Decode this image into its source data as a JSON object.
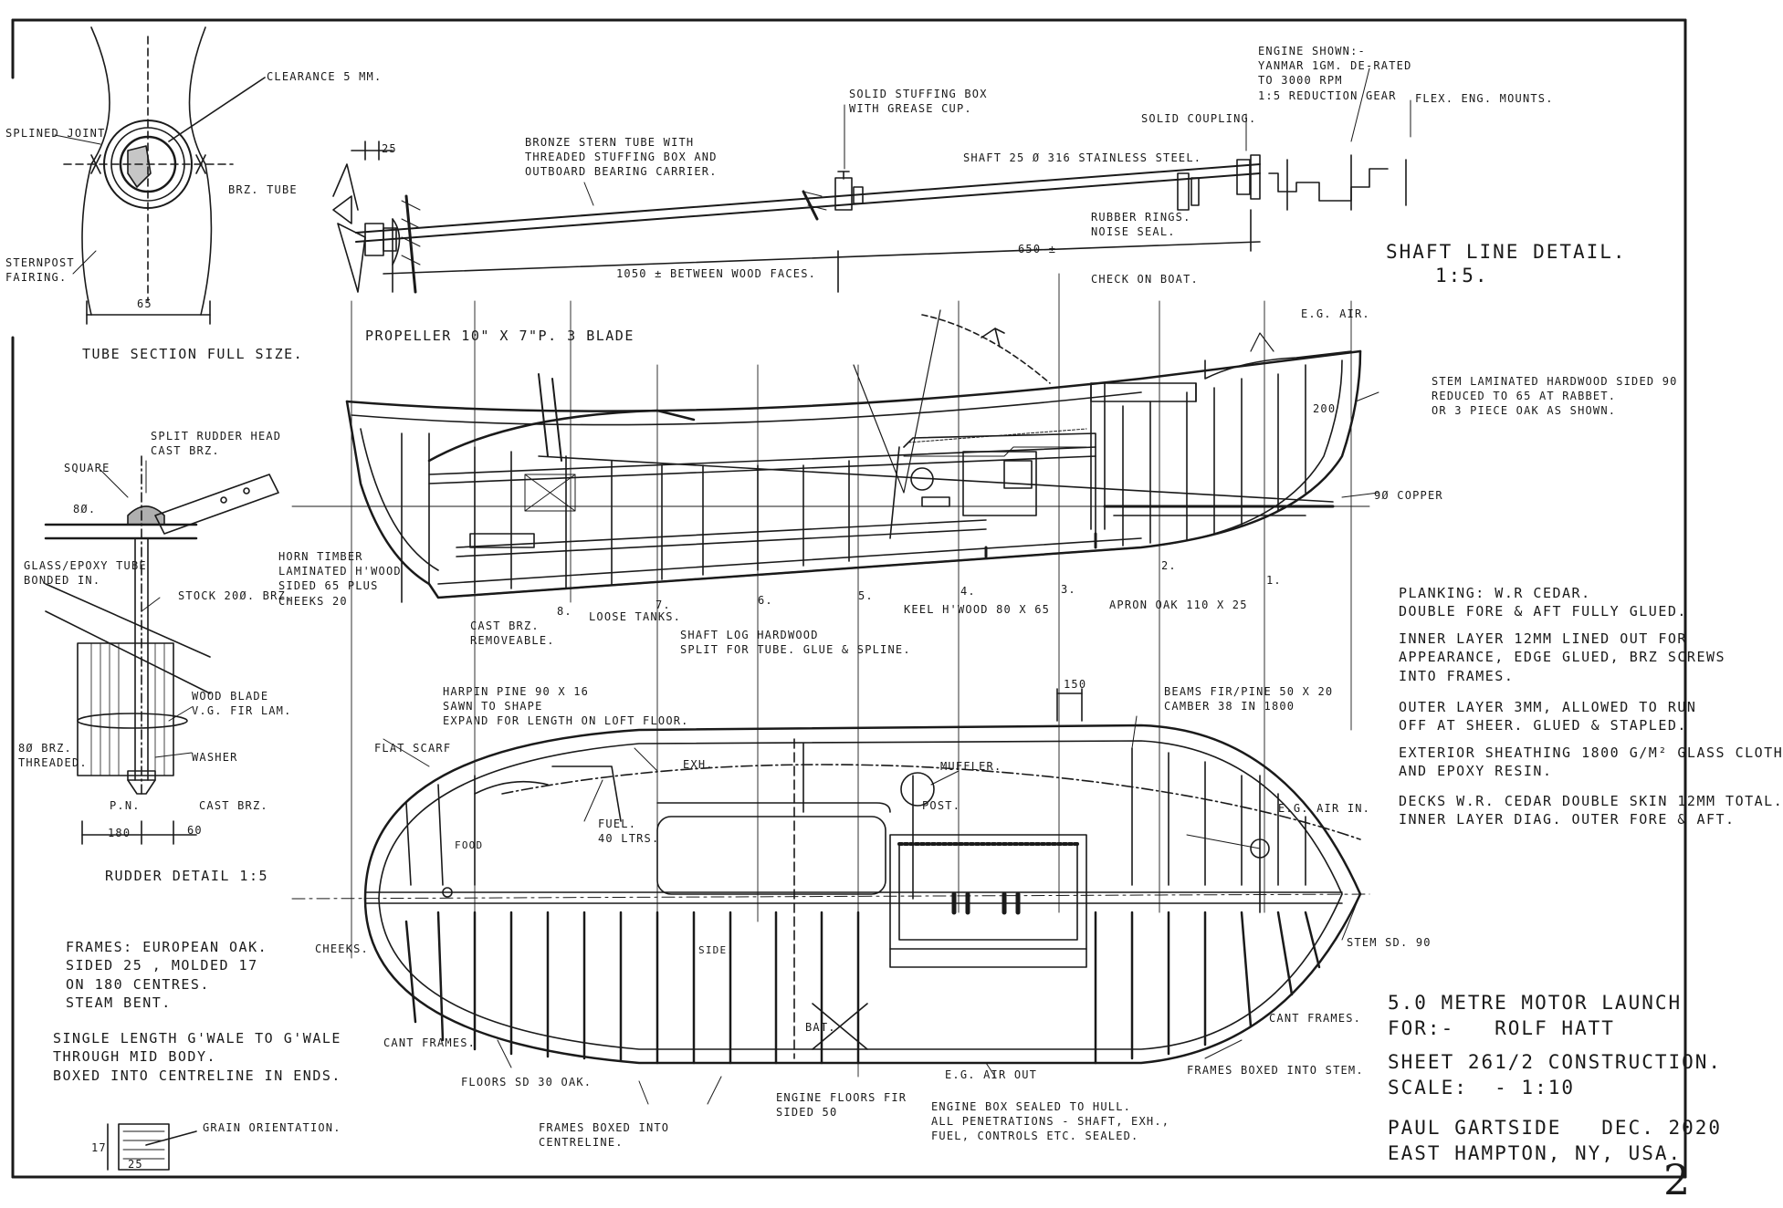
{
  "labels": {
    "shaft_title": "Shaft Line Detail.",
    "shaft_scale": "1:5.",
    "bronze_tube": "Bronze Stern Tube With\nThreaded Stuffing Box And\nOutboard Bearing Carrier.",
    "stuffing_box": "Solid Stuffing Box\nWith Grease Cup.",
    "engine_shown": "Engine Shown:-\nYanmar 1GM. De-Rated\nTo 3000 RPM\n1:5 Reduction Gear",
    "solid_coupling": "Solid Coupling.",
    "flex_mounts": "Flex. Eng. Mounts.",
    "shaft_spec": "Shaft 25 ø 316 Stainless Steel.",
    "rubber_rings": "Rubber Rings.\nNoise Seal.",
    "check_on_boat": "Check On Boat.",
    "dim_1050": "1050 ± Between Wood Faces.",
    "dim_650": "650 ±",
    "dim_25": "25",
    "propeller": "Propeller 10\" x 7\"P. 3 Blade",
    "clearance": "Clearance 5 mm.",
    "splined_joint": "Splined Joint",
    "brz_tube": "Brz. Tube",
    "sternpost_fairing": "Sternpost\nFairing.",
    "dim_65": "65",
    "tube_section": "Tube Section Full Size.",
    "split_rudder": "Split Rudder Head\nCast Brz.",
    "square": "Square",
    "dim_8a": "8ø.",
    "glass_tube": "Glass/Epoxy Tube\nBonded In.",
    "stock": "Stock 20ø. Brz.",
    "wood_blade": "Wood Blade\nV.G. Fir Lam.",
    "dim_8b": "8ø Brz.\nThreaded.",
    "washer": "Washer",
    "pin": "P.N.",
    "cast_brz": "Cast Brz.",
    "dim_180": "180",
    "dim_60": "60",
    "rudder_detail": "Rudder Detail 1:5",
    "horn_timber": "Horn Timber\nLaminated H'Wood\nSided 65 Plus\nCheeks 20",
    "cast_brz_removeable": "Cast Brz.\nRemoveable.",
    "loose_tanks": "Loose Tanks.",
    "shaft_log": "Shaft Log Hardwood\nSplit For Tube. Glue & Spline.",
    "keel": "Keel H'Wood 80 x 65",
    "apron": "Apron Oak 110 x 25",
    "stem_laminated": "Stem Laminated Hardwood Sided 90\nReduced To 65 At Rabbet.\nOr 3 Piece Oak As Shown.",
    "copper": "9ø Copper",
    "eng_air_top": "E.G. Air.",
    "dim_200": "200",
    "station_8": "8.",
    "station_7": "7.",
    "station_6": "6.",
    "station_5": "5.",
    "station_4": "4.",
    "station_3": "3.",
    "station_2": "2.",
    "station_1": "1.",
    "planking": "Planking: W.R Cedar.\nDouble Fore & Aft Fully Glued.",
    "inner_layer": "Inner Layer 12mm Lined Out For\nAppearance, Edge Glued, Brz Screws\nInto Frames.",
    "outer_layer": "Outer Layer 3mm, Allowed To Run\nOff At Sheer. Glued & Stapled.",
    "exterior": "Exterior Sheathing 1800 g/m² Glass Cloth\nAnd Epoxy Resin.",
    "decks": "Decks W.R. Cedar Double Skin 12mm Total.\nInner Layer Diag. Outer Fore & Aft.",
    "harpin": "Harpin Pine 90 x 16\nSawn To Shape\nExpand For Length On Loft Floor.",
    "dim_150": "150",
    "beams": "Beams Fir/Pine 50 x 20\nCamber 38 In 1800",
    "flat_scarf": "Flat Scarf",
    "exh": "Exh.",
    "muffler": "Muffler.",
    "fuel": "Fuel.\n40 Ltrs.",
    "food": "Food",
    "post": "Post.",
    "eng_air_in": "E.G. Air In.",
    "cheeks": "Cheeks.",
    "side": "Side.",
    "stem_sd": "Stem Sd. 90",
    "bat": "Bat.",
    "cant_frames_r": "Cant Frames.",
    "cant_frames_l": "Cant Frames.",
    "floors": "Floors Sd 30 Oak.",
    "eng_air_out": "E.G. Air Out",
    "frames_boxed_stem": "Frames Boxed Into Stem.",
    "engine_floors": "Engine Floors Fir\nSided 50",
    "engine_box": "Engine Box Sealed To Hull.\nAll Penetrations - Shaft, Exh.,\nFuel, Controls Etc. Sealed.",
    "frames_boxed_cl": "Frames Boxed Into\nCentreline.",
    "frames_spec": "Frames: European Oak.\nSided 25 , Molded 17\nOn 180 Centres.\nSteam Bent.",
    "single_length": "Single Length G'Wale To G'Wale\nThrough Mid Body.\nBoxed Into Centreline In Ends.",
    "grain": "Grain Orientation.",
    "dim_17": "17",
    "dim_25b": "25"
  },
  "title_block": {
    "title": "5.0 Metre Motor Launch",
    "for_line": "For:-   Rolf Hatt",
    "sheet": "Sheet 261/2 Construction.",
    "scale": "Scale:  - 1:10",
    "designer": "Paul Gartside   Dec. 2020",
    "location": "East Hampton, NY, USA.",
    "sheet_number": "2"
  },
  "colors": {
    "ink": "#1a1a1a",
    "paper": "#ffffff"
  }
}
